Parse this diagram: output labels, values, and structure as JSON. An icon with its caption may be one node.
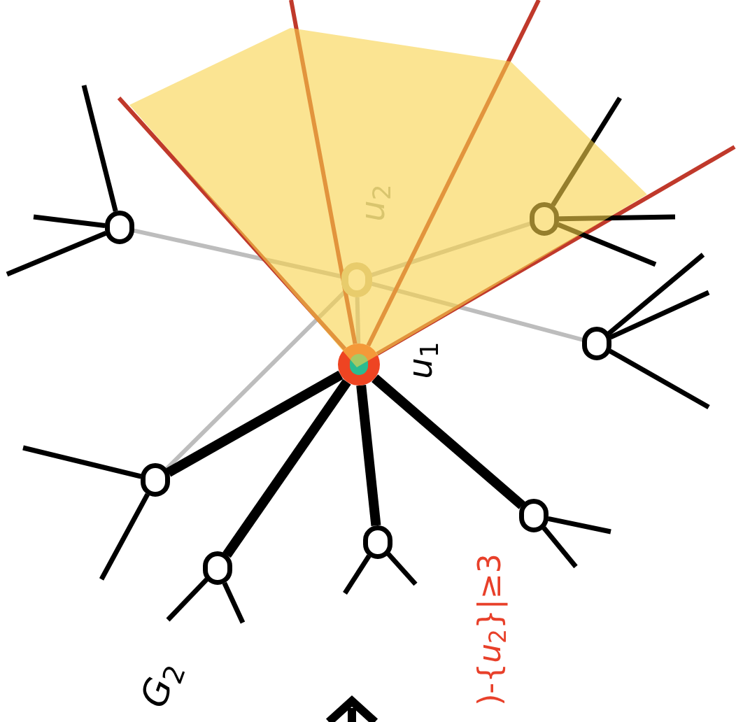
{
  "diagram": {
    "nodes": [
      {
        "text": [],
        "shape": "circle",
        "beside": [
          "*u*$_{2}$"
        ]
      },
      {
        "text": [],
        "shape": "circle"
      },
      {
        "text": [],
        "shape": "circle"
      },
      {
        "text": [],
        "shape": "circle"
      },
      {
        "text": [],
        "shape": "circle",
        "beside": [
          "*u*$_{1}$"
        ]
      },
      {
        "text": [],
        "shape": "circle"
      },
      {
        "text": [],
        "shape": "circle"
      },
      {
        "text": [],
        "shape": "circle"
      },
      {
        "text": [],
        "shape": "circle"
      }
    ],
    "edges": [
      {
        "from": 0,
        "to": 1,
        "arrow": "none",
        "color": "#bdbdbd"
      },
      {
        "from": 0,
        "to": 2,
        "arrow": "none",
        "color": "#bdbdbd"
      },
      {
        "from": 0,
        "to": 3,
        "arrow": "none",
        "color": "#bdbdbd"
      },
      {
        "from": 0,
        "to": 5,
        "arrow": "none",
        "color": "#bdbdbd"
      },
      {
        "from": 0,
        "to": 4,
        "arrow": "none",
        "color": "#bdbdbd"
      },
      {
        "from": 4,
        "to": 5,
        "arrow": "none",
        "style": "thick"
      },
      {
        "from": 4,
        "to": 8,
        "arrow": "none",
        "style": "thick"
      },
      {
        "from": 4,
        "to": 7,
        "arrow": "none",
        "style": "thick"
      },
      {
        "from": 4,
        "to": 6,
        "arrow": "none",
        "style": "thick"
      },
      {
        "from": 4,
        "to": null,
        "arrow": "none",
        "color": "#c0392b"
      },
      {
        "from": 4,
        "to": null,
        "arrow": "none",
        "color": "#c0392b"
      },
      {
        "from": 4,
        "to": null,
        "arrow": "none",
        "color": "#c0392b"
      },
      {
        "from": 4,
        "to": null,
        "arrow": "none",
        "color": "#c0392b"
      },
      {
        "from": 1,
        "to": null,
        "arrow": "none"
      },
      {
        "from": 1,
        "to": null,
        "arrow": "none"
      },
      {
        "from": 1,
        "to": null,
        "arrow": "none"
      },
      {
        "from": 2,
        "to": null,
        "arrow": "none"
      },
      {
        "from": 2,
        "to": null,
        "arrow": "none"
      },
      {
        "from": 2,
        "to": null,
        "arrow": "none"
      },
      {
        "from": 3,
        "to": null,
        "arrow": "none"
      },
      {
        "from": 3,
        "to": null,
        "arrow": "none"
      },
      {
        "from": 3,
        "to": null,
        "arrow": "none"
      },
      {
        "from": 5,
        "to": null,
        "arrow": "none"
      },
      {
        "from": 5,
        "to": null,
        "arrow": "none"
      },
      {
        "from": 8,
        "to": null,
        "arrow": "none"
      },
      {
        "from": 8,
        "to": null,
        "arrow": "none"
      },
      {
        "from": 7,
        "to": null,
        "arrow": "none"
      },
      {
        "from": 7,
        "to": null,
        "arrow": "none"
      },
      {
        "from": 6,
        "to": null,
        "arrow": "none"
      },
      {
        "from": 6,
        "to": null,
        "arrow": "none"
      }
    ],
    "labels": [
      "*G*$_{2}$",
      ")-{*u*$_{2}$}|≥3"
    ]
  }
}
